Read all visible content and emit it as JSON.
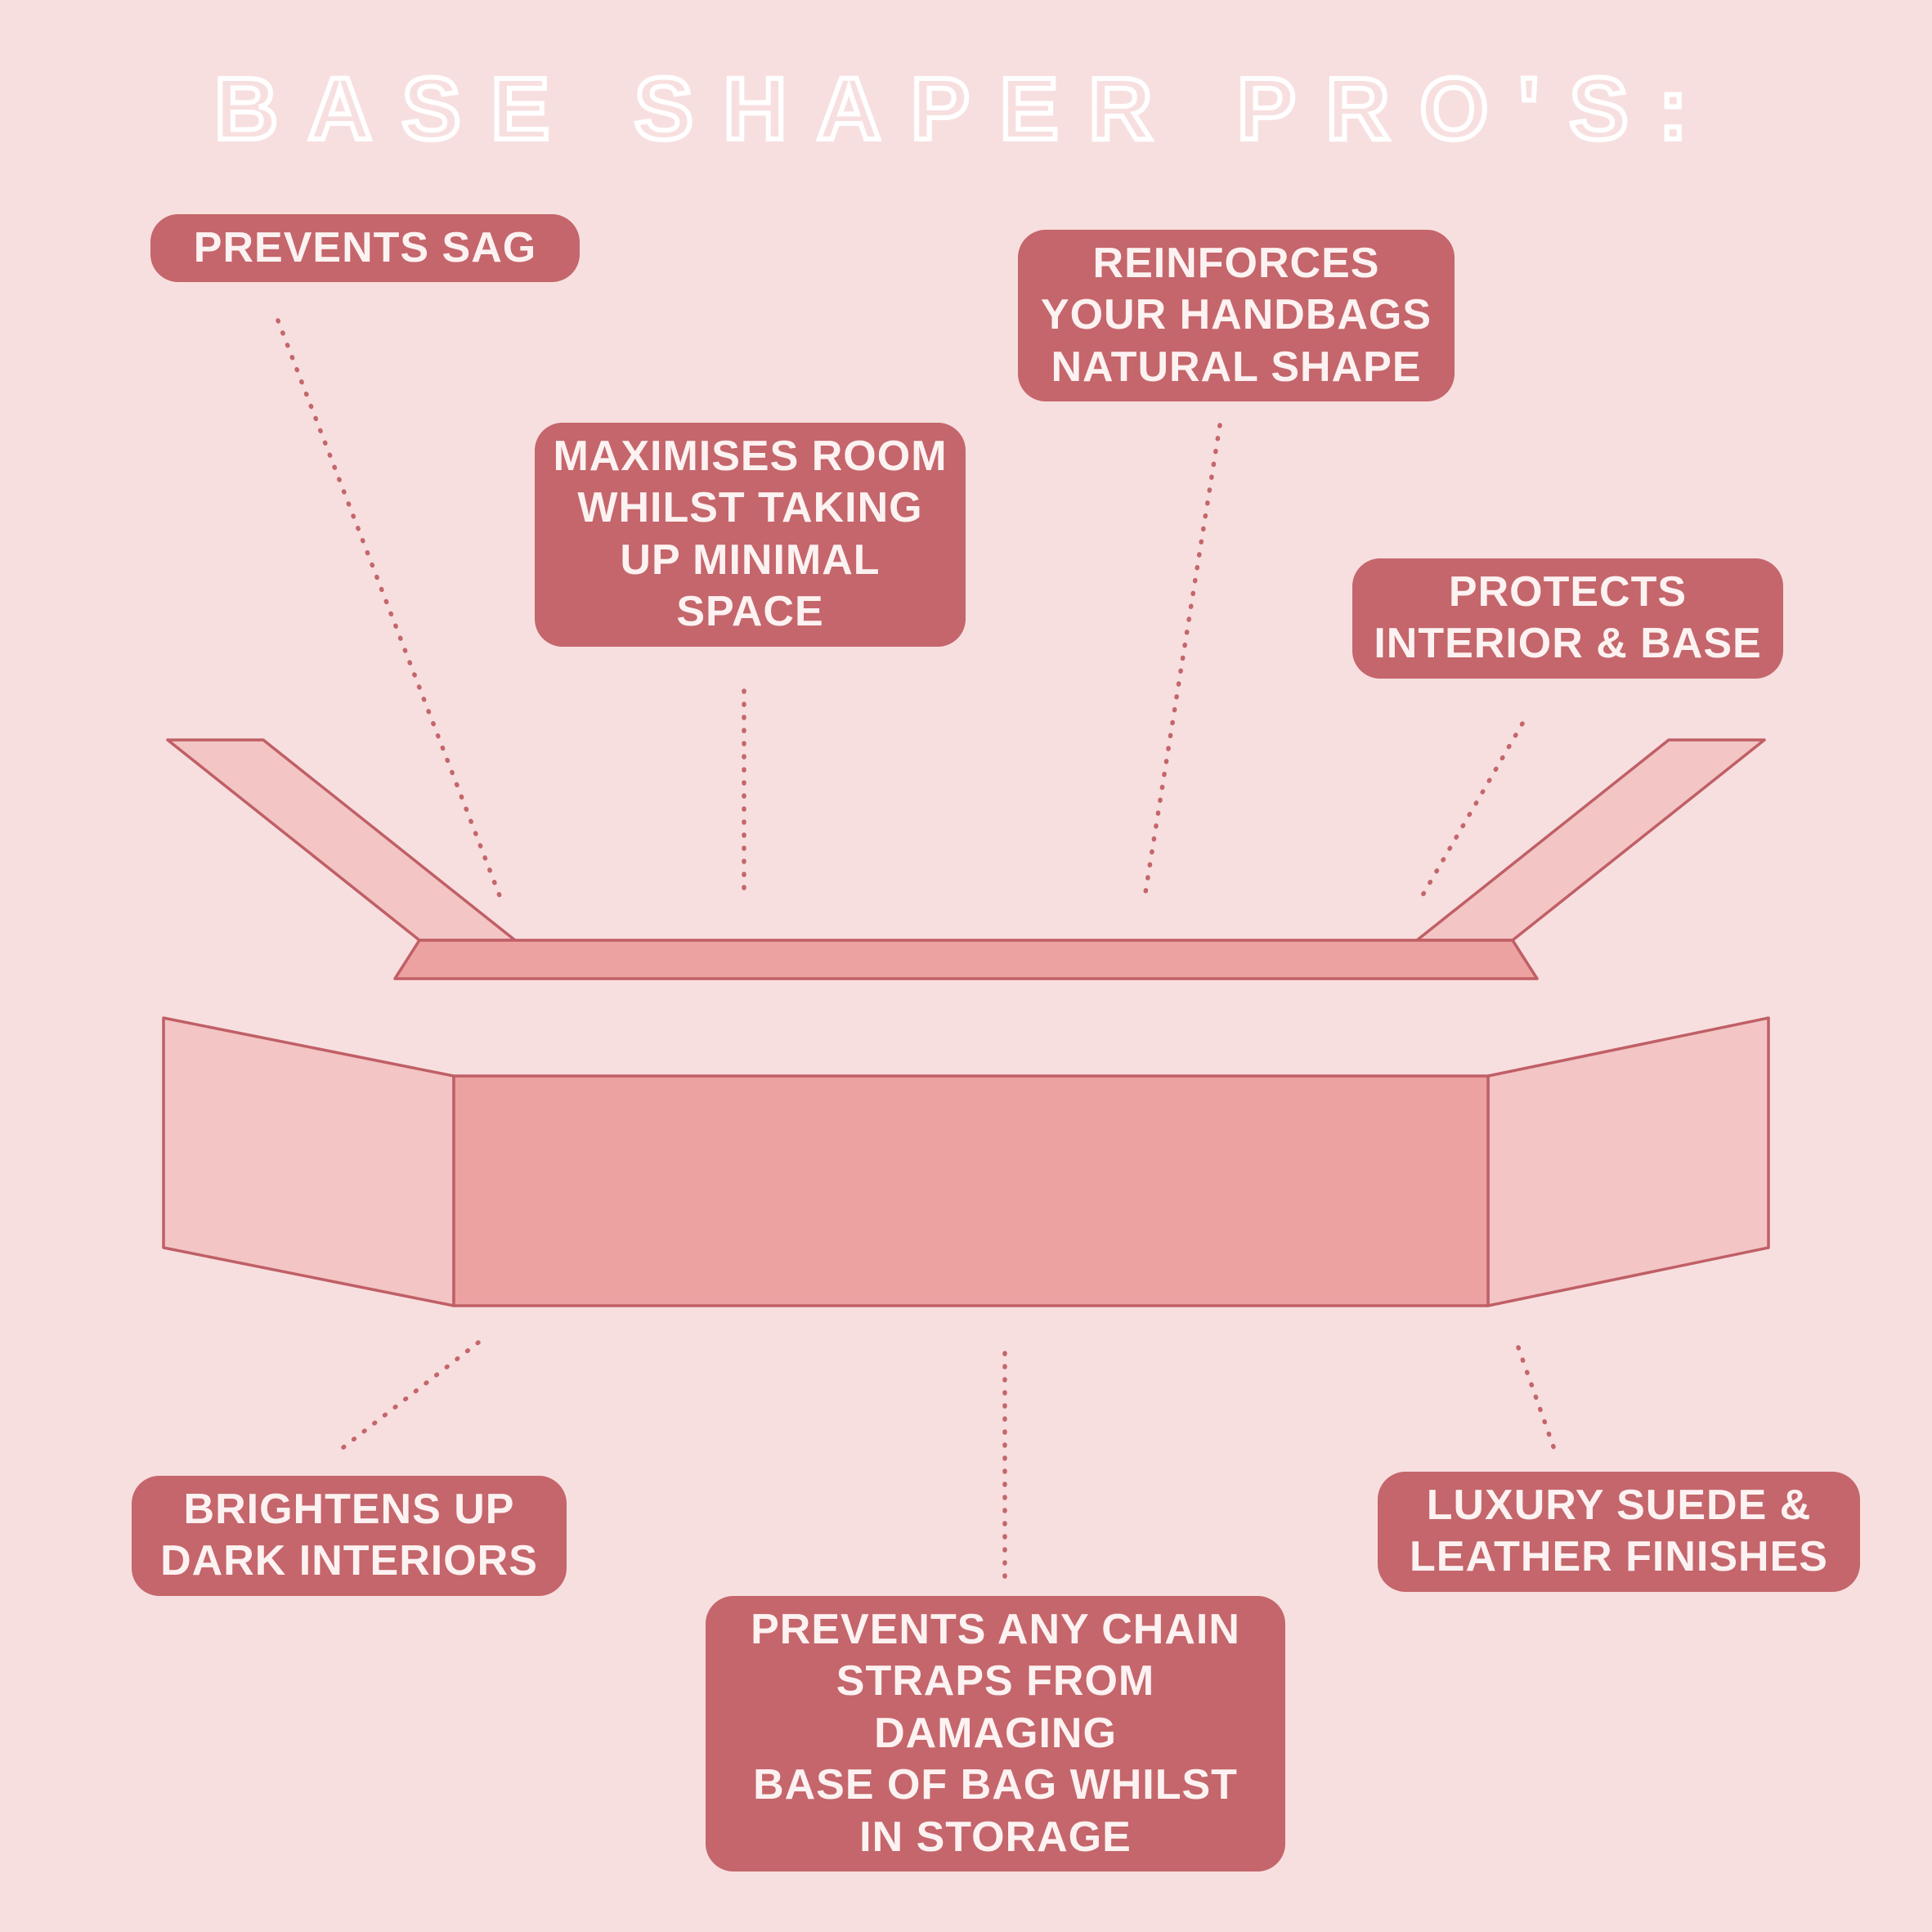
{
  "title": "BASE SHAPER PRO'S:",
  "colors": {
    "background": "#f8dfdf",
    "title": "#ffffff",
    "badge": "#c4666b",
    "badge_text": "#fdf2f2",
    "shape_outline": "#c05f66",
    "shape_fill_light": "#f3c5c5",
    "shape_fill_dark": "#eda2a2",
    "dotted_line": "#c4666b"
  },
  "badges": [
    {
      "id": "prevents-sag",
      "label": "PREVENTS SAG"
    },
    {
      "id": "reinforces-shape",
      "label": "REINFORCES\nYOUR HANDBAGS\nNATURAL SHAPE"
    },
    {
      "id": "maximises-room",
      "label": "MAXIMISES ROOM\nWHILST TAKING\nUP MINIMAL\nSPACE"
    },
    {
      "id": "protects-interior",
      "label": "PROTECTS\nINTERIOR & BASE"
    },
    {
      "id": "brightens-interiors",
      "label": "BRIGHTENS UP\nDARK INTERIORS"
    },
    {
      "id": "luxury-finishes",
      "label": "LUXURY SUEDE &\nLEATHER FINISHES"
    },
    {
      "id": "prevents-chain-damage",
      "label": "PREVENTS ANY CHAIN\nSTRAPS FROM DAMAGING\nBASE OF BAG WHILST\nIN STORAGE"
    }
  ],
  "diagram": {
    "subject": "handbag-base-shaper",
    "views": [
      "base-shaper-unfolded-thin-view",
      "base-shaper-front-panel-view"
    ]
  }
}
